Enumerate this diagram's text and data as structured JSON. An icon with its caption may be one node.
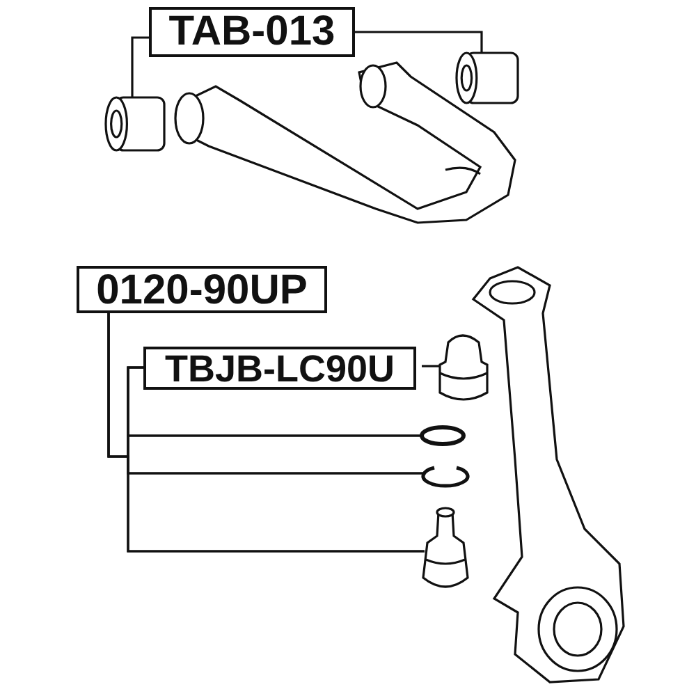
{
  "diagram": {
    "nodes": [
      {
        "text": [
          "TAB-013"
        ]
      },
      {
        "text": [],
        "shape": "cylinder"
      },
      {
        "text": [],
        "shape": "cylinder"
      },
      {
        "text": [
          "0120-90UP"
        ]
      },
      {
        "text": [
          "TBJB-LC90U"
        ]
      },
      {
        "text": [],
        "shape": "picture"
      },
      {
        "text": [],
        "shape": "circle"
      },
      {
        "text": [],
        "shape": "picture"
      },
      {
        "text": [],
        "shape": "picture"
      }
    ],
    "edges": [
      {
        "from": 0,
        "to": 1,
        "arrow": "none"
      },
      {
        "from": 0,
        "to": 2,
        "arrow": "none"
      },
      {
        "from": 4,
        "to": 5,
        "arrow": "none"
      },
      {
        "from": 4,
        "to": 6,
        "arrow": "none"
      },
      {
        "from": 4,
        "to": 7,
        "arrow": "none"
      },
      {
        "from": 4,
        "to": 8,
        "arrow": "none"
      },
      {
        "from": 3,
        "to": 6,
        "arrow": "none"
      },
      {
        "from": 3,
        "to": 7,
        "arrow": "none"
      },
      {
        "from": 3,
        "to": 8,
        "arrow": "none"
      }
    ]
  }
}
